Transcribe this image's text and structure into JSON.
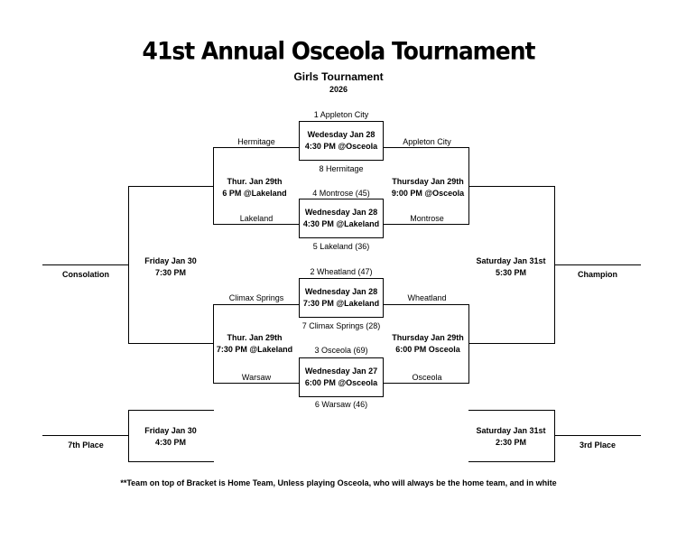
{
  "header": {
    "title": "41st Annual Osceola Tournament",
    "subtitle": "Girls Tournament",
    "year": "2026"
  },
  "first_round": [
    {
      "top_team": "1 Appleton City",
      "bottom_team": "8 Hermitage",
      "date": "Wedesday Jan 28",
      "time": "4:30 PM @Osceola"
    },
    {
      "top_team": "4 Montrose (45)",
      "bottom_team": "5 Lakeland (36)",
      "date": "Wednesday Jan 28",
      "time": "4:30 PM @Lakeland"
    },
    {
      "top_team": "2 Wheatland (47)",
      "bottom_team": "7 Climax Springs (28)",
      "date": "Wednesday Jan 28",
      "time": "7:30 PM @Lakeland"
    },
    {
      "top_team": "3 Osceola (69)",
      "bottom_team": "6 Warsaw (46)",
      "date": "Wednesday Jan 27",
      "time": "6:00 PM @Osceola"
    }
  ],
  "left_labels": [
    "Hermitage",
    "Lakeland",
    "Climax Springs",
    "Warsaw"
  ],
  "right_labels": [
    "Appleton City",
    "Montrose",
    "Wheatland",
    "Osceola"
  ],
  "second_round": {
    "left_top": {
      "date": "Thur. Jan 29th",
      "time": "6 PM @Lakeland"
    },
    "left_bottom": {
      "date": "Thur. Jan 29th",
      "time": "7:30 PM @Lakeland"
    },
    "right_top": {
      "date": "Thursday Jan 29th",
      "time": "9:00 PM @Osceola"
    },
    "right_bottom": {
      "date": "Thursday Jan 29th",
      "time": "6:00 PM Osceola"
    }
  },
  "finals": {
    "consolation": {
      "label": "Consolation",
      "date": "Friday Jan 30",
      "time": "7:30 PM"
    },
    "champion": {
      "label": "Champion",
      "date": "Saturday Jan 31st",
      "time": "5:30 PM"
    },
    "seventh": {
      "label": "7th Place",
      "date": "Friday Jan 30",
      "time": "4:30 PM"
    },
    "third": {
      "label": "3rd Place",
      "date": "Saturday Jan 31st",
      "time": "2:30 PM"
    }
  },
  "footnote": "**Team on top of Bracket is Home Team, Unless playing Osceola, who will always be the home team, and in white"
}
